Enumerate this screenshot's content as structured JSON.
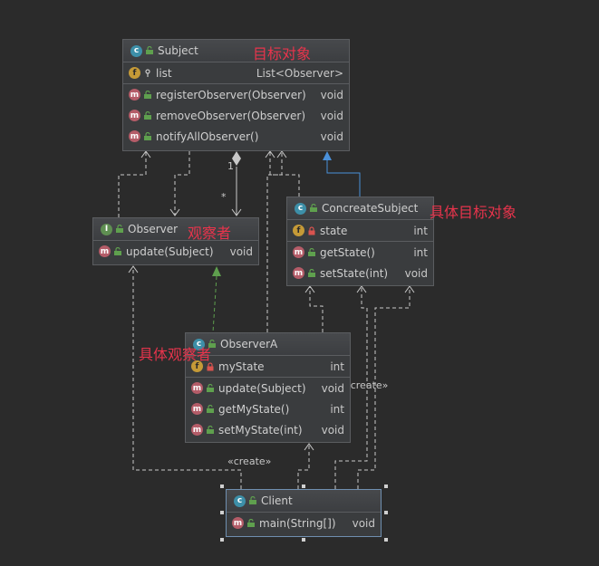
{
  "classes": {
    "subject": {
      "name": "Subject",
      "kind": "c",
      "note": "目标对象",
      "fields": [
        {
          "name": "list",
          "type": "List<Observer>"
        }
      ],
      "methods": [
        {
          "name": "registerObserver(Observer)",
          "type": "void"
        },
        {
          "name": "removeObserver(Observer)",
          "type": "void"
        },
        {
          "name": "notifyAllObserver()",
          "type": "void"
        }
      ]
    },
    "observer": {
      "name": "Observer",
      "kind": "I",
      "note": "观察者",
      "methods": [
        {
          "name": "update(Subject)",
          "type": "void"
        }
      ]
    },
    "concrete_subject": {
      "name": "ConcreateSubject",
      "kind": "c",
      "note": "具体目标对象",
      "fields": [
        {
          "name": "state",
          "type": "int"
        }
      ],
      "methods": [
        {
          "name": "getState()",
          "type": "int"
        },
        {
          "name": "setState(int)",
          "type": "void"
        }
      ]
    },
    "observer_a": {
      "name": "ObserverA",
      "kind": "c",
      "note": "具体观察者",
      "fields": [
        {
          "name": "myState",
          "type": "int"
        }
      ],
      "methods": [
        {
          "name": "update(Subject)",
          "type": "void"
        },
        {
          "name": "getMyState()",
          "type": "int"
        },
        {
          "name": "setMyState(int)",
          "type": "void"
        }
      ]
    },
    "client": {
      "name": "Client",
      "kind": "c",
      "methods": [
        {
          "name": "main(String[])",
          "type": "void"
        }
      ]
    }
  },
  "edge_labels": {
    "multiplicity_one": "1",
    "multiplicity_many": "*",
    "create_left": "«create»",
    "create_right": "«create»"
  },
  "colors": {
    "background": "#2b2b2b",
    "note_text": "#e8344c",
    "inheritance_arrow": "#4a90d9",
    "realization_arrow": "#5fa04e",
    "dependency_line": "#c8c8c8"
  }
}
